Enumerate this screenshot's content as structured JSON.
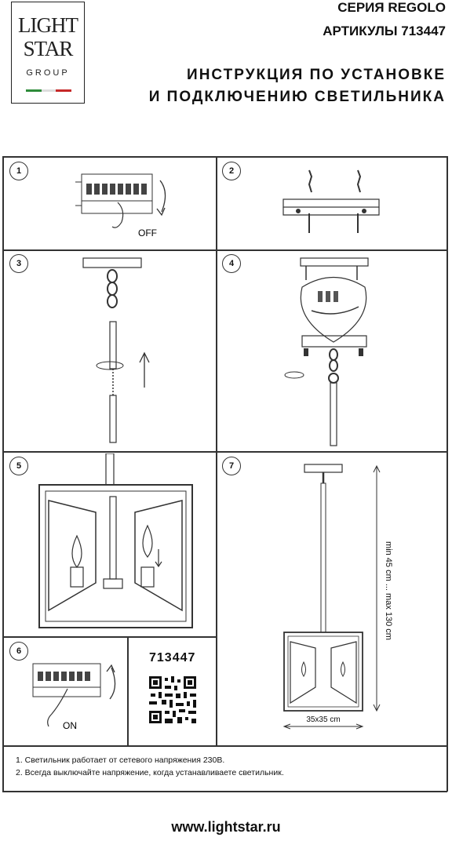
{
  "logo": {
    "line1": "LIGHT",
    "line2": "STAR",
    "line3": "GROUP"
  },
  "header": {
    "series": "СЕРИЯ REGOLO",
    "articles": "АРТИКУЛЫ 713447",
    "title_line1": "ИНСТРУКЦИЯ ПО УСТАНОВКЕ",
    "title_line2": "И ПОДКЛЮЧЕНИЮ СВЕТИЛЬНИКА"
  },
  "steps": {
    "s1": {
      "num": "1",
      "caption": "OFF"
    },
    "s2": {
      "num": "2"
    },
    "s3": {
      "num": "3"
    },
    "s4": {
      "num": "4"
    },
    "s5": {
      "num": "5"
    },
    "s6": {
      "num": "6",
      "caption": "ON"
    },
    "s7": {
      "num": "7",
      "height_label": "min 45 cm ... max 130 cm",
      "size_label": "35x35 cm"
    }
  },
  "product_code": "713447",
  "notes": [
    "1. Светильник работает от сетевого напряжения 230В.",
    "2. Всегда выключайте напряжение, когда устанавливаете светильник."
  ],
  "website": "www.lightstar.ru",
  "colors": {
    "line": "#333333",
    "flag_green": "#2e8b3a",
    "flag_red": "#c62828"
  }
}
